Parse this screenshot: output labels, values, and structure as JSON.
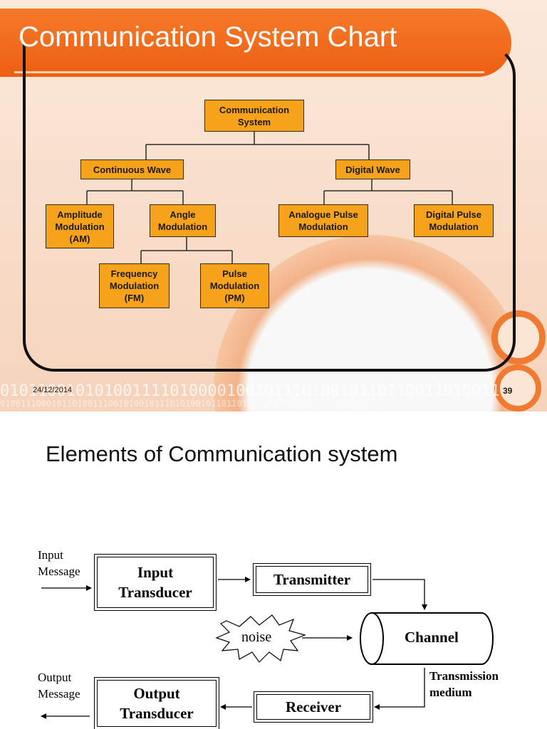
{
  "slide": {
    "title": "Communication System Chart",
    "date": "24/12/2014",
    "page_number": "39",
    "binary_text": "0101100101010011110100001001011101001011011001101001101011101001110100",
    "binary_text2": "01001110001011010011100101001011101010010110110101101001110100101110011010",
    "accent_color": "#ee5f12",
    "box_color": "#f7a21b"
  },
  "chart": {
    "root": "Communication\nSystem",
    "continuous": "Continuous Wave",
    "digital": "Digital Wave",
    "am": "Amplitude\nModulation\n(AM)",
    "angle": "Angle\nModulation",
    "analogue_pulse": "Analogue Pulse\nModulation",
    "digital_pulse": "Digital Pulse\nModulation",
    "fm": "Frequency\nModulation\n(FM)",
    "pm": "Pulse\nModulation\n(PM)"
  },
  "section": {
    "title": "Elements of Communication system"
  },
  "diagram": {
    "input_message": "Input\nMessage",
    "input_transducer": "Input\nTransducer",
    "transmitter": "Transmitter",
    "noise": "noise",
    "channel": "Channel",
    "transmission_medium": "Transmission\nmedium",
    "output_message": "Output\nMessage",
    "output_transducer": "Output\nTransducer",
    "receiver": "Receiver"
  }
}
